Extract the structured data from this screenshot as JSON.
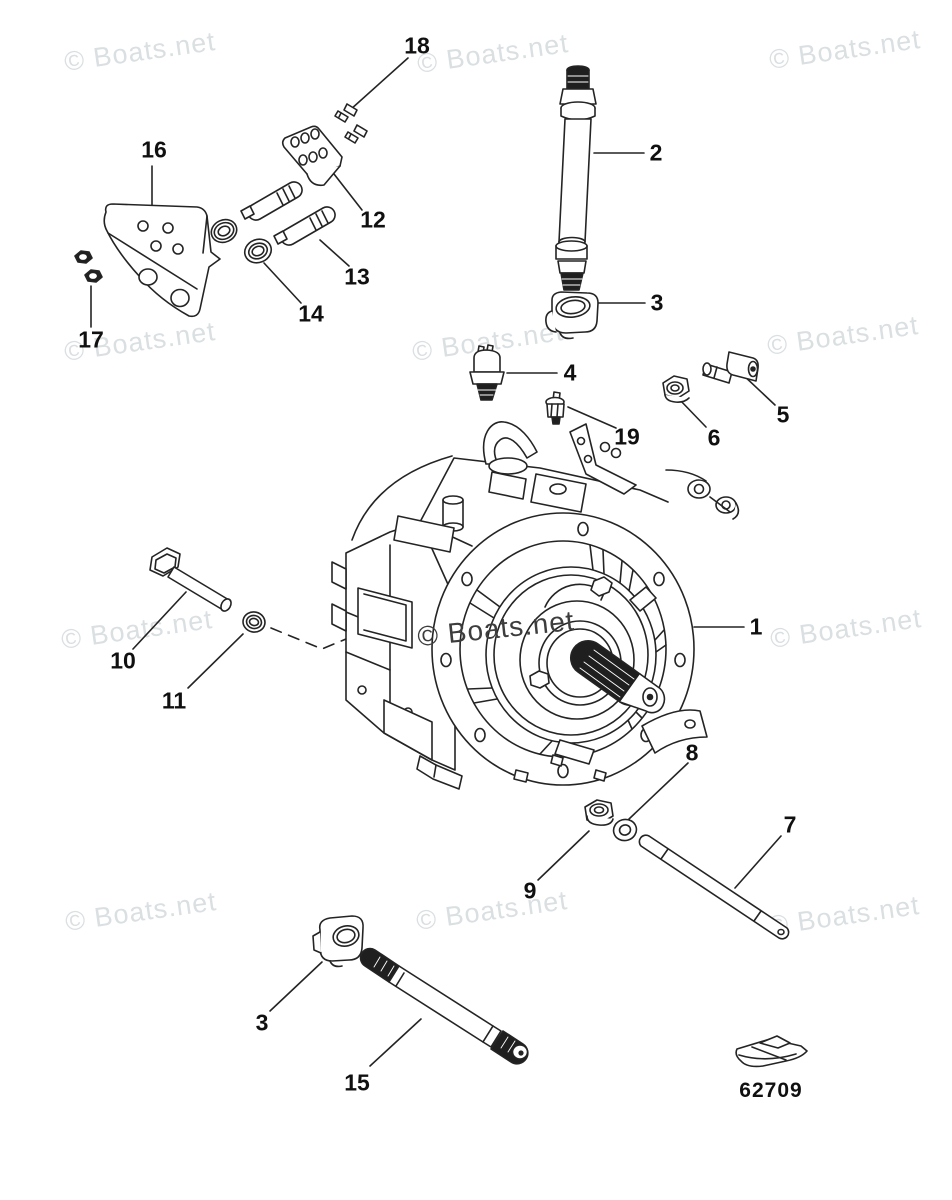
{
  "watermark": {
    "text": "© Boats.net"
  },
  "callouts": {
    "c1": "1",
    "c2": "2",
    "c3_top": "3",
    "c3_bottom": "3",
    "c4": "4",
    "c5": "5",
    "c6": "6",
    "c7": "7",
    "c8": "8",
    "c9": "9",
    "c10": "10",
    "c11": "11",
    "c12": "12",
    "c13": "13",
    "c14": "14",
    "c15": "15",
    "c16": "16",
    "c17": "17",
    "c18": "18",
    "c19": "19"
  },
  "footer": {
    "part_number": "62709"
  },
  "icons": {
    "footer_logo": "boat-icon"
  },
  "diagram_colors": {
    "line": "#242424",
    "dark_fill": "#1f1f1f",
    "watermark_light": "#dadfe2",
    "watermark_dark": "#3d3d3d"
  }
}
